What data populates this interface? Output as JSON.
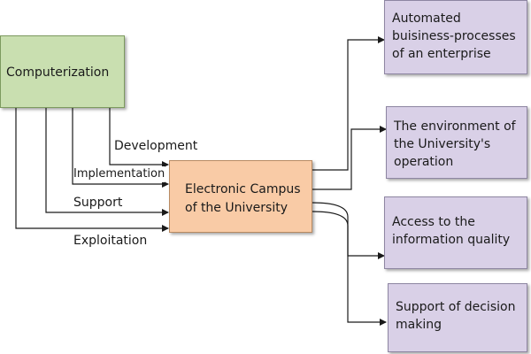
{
  "nodes": {
    "source": "Computerization",
    "center_line1": "Electronic Campus",
    "center_line2": "of the University",
    "outputs": [
      "Automated buisiness-processes of an enterprise",
      "The environment of the University's operation",
      "Access to the information quality",
      "Support of decision making"
    ]
  },
  "edge_labels": [
    "Development",
    "Implementation",
    "Support",
    "Exploitation"
  ],
  "colors": {
    "source_fill": "#c9dfb0",
    "center_fill": "#f9cba6",
    "output_fill": "#d9d0e7",
    "line": "#1a1a1a"
  }
}
